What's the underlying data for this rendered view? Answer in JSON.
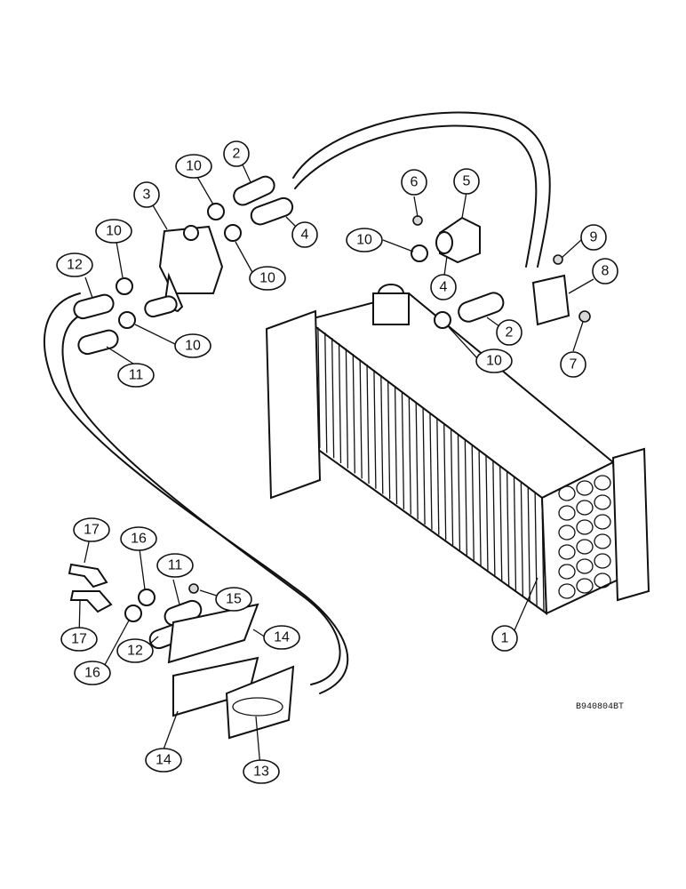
{
  "diagram": {
    "drawing_code": "B940804BT",
    "callouts": [
      {
        "id": "c1",
        "label": "1"
      },
      {
        "id": "c2a",
        "label": "2"
      },
      {
        "id": "c2b",
        "label": "2"
      },
      {
        "id": "c3",
        "label": "3"
      },
      {
        "id": "c4a",
        "label": "4"
      },
      {
        "id": "c4b",
        "label": "4"
      },
      {
        "id": "c5",
        "label": "5"
      },
      {
        "id": "c6",
        "label": "6"
      },
      {
        "id": "c7",
        "label": "7"
      },
      {
        "id": "c8",
        "label": "8"
      },
      {
        "id": "c9",
        "label": "9"
      },
      {
        "id": "c10a",
        "label": "10"
      },
      {
        "id": "c10b",
        "label": "10"
      },
      {
        "id": "c10c",
        "label": "10"
      },
      {
        "id": "c10d",
        "label": "10"
      },
      {
        "id": "c10e",
        "label": "10"
      },
      {
        "id": "c10f",
        "label": "10"
      },
      {
        "id": "c11a",
        "label": "11"
      },
      {
        "id": "c11b",
        "label": "11"
      },
      {
        "id": "c12a",
        "label": "12"
      },
      {
        "id": "c12b",
        "label": "12"
      },
      {
        "id": "c13",
        "label": "13"
      },
      {
        "id": "c14a",
        "label": "14"
      },
      {
        "id": "c14b",
        "label": "14"
      },
      {
        "id": "c15",
        "label": "15"
      },
      {
        "id": "c16a",
        "label": "16"
      },
      {
        "id": "c16b",
        "label": "16"
      },
      {
        "id": "c17a",
        "label": "17"
      },
      {
        "id": "c17b",
        "label": "17"
      }
    ]
  }
}
